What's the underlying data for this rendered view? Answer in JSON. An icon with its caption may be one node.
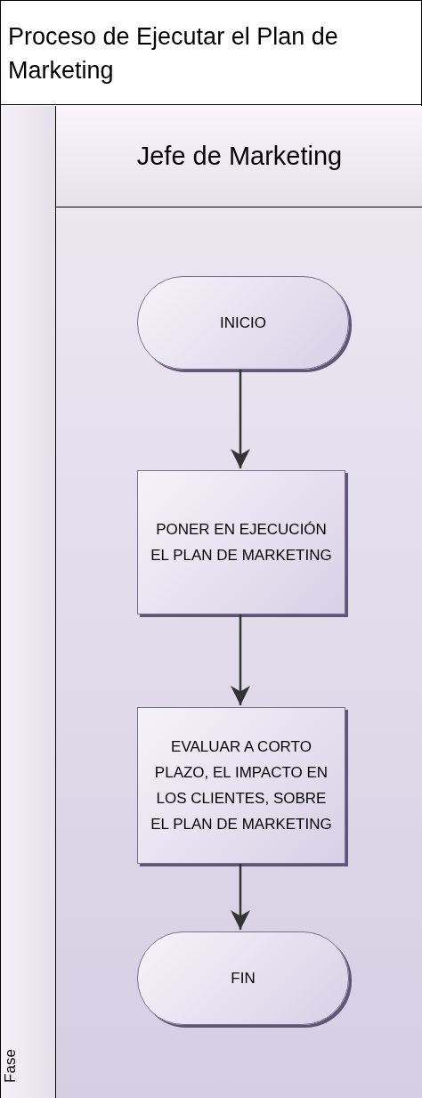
{
  "diagram": {
    "nodes": [
      {
        "text": [
          "Proceso de Ejecutar el Plan de Marketing"
        ]
      },
      {
        "text": [
          "Fase"
        ],
        "in": 0
      },
      {
        "text": [
          "Jefe de Marketing"
        ],
        "in": 0
      },
      {
        "text": [
          "INICIO"
        ],
        "in": 2
      },
      {
        "text": [
          "PONER EN EJECUCIÓN EL PLAN DE MARKETING"
        ],
        "in": 2
      },
      {
        "text": [
          "EVALUAR A CORTO PLAZO, EL IMPACTO EN LOS CLIENTES, SOBRE EL PLAN DE MARKETING"
        ],
        "in": 2
      },
      {
        "text": [
          "FIN"
        ],
        "in": 2
      }
    ],
    "edges": [
      {
        "from": 3,
        "to": 4,
        "arrow": "to"
      },
      {
        "from": 4,
        "to": 5,
        "arrow": "to"
      },
      {
        "from": 5,
        "to": 6,
        "arrow": "to"
      }
    ]
  }
}
